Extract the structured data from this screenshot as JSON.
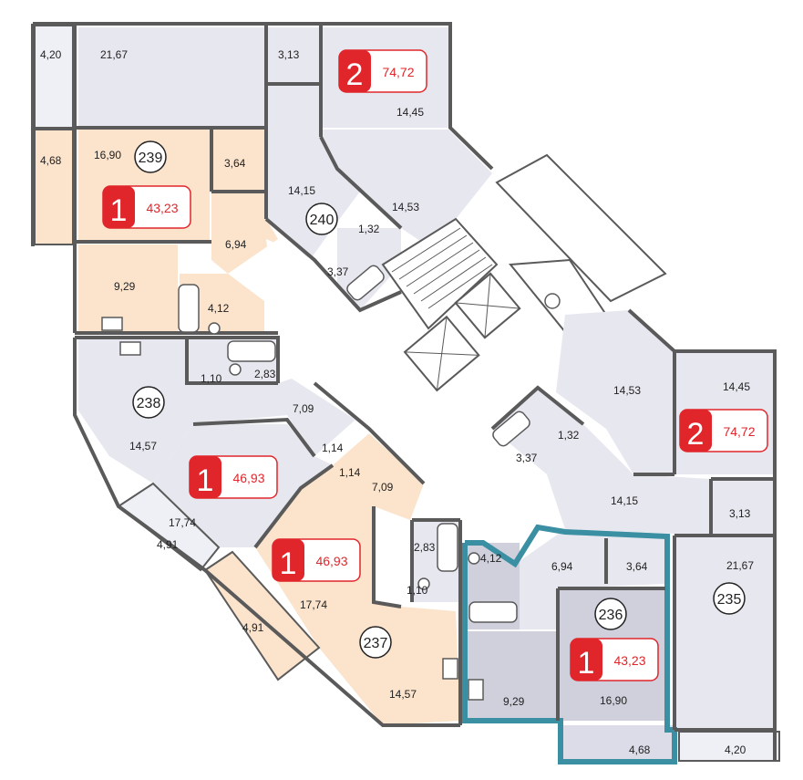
{
  "colors": {
    "room": "#e7e7f0",
    "room_alt": "#dcdce8",
    "balcony": "#eef0f5",
    "highlight_peach": "#fbe3cc",
    "wall": "#5a5a5a",
    "badge_red": "#e0262b",
    "selection_teal": "#3b8fa3",
    "label_red": "#e0262b"
  },
  "apartments": [
    {
      "id": "235",
      "number": "235",
      "rooms": "2",
      "area": "74,72"
    },
    {
      "id": "236",
      "number": "236",
      "rooms": "1",
      "area": "43,23"
    },
    {
      "id": "237",
      "number": "237",
      "rooms": "1",
      "area": "46,93"
    },
    {
      "id": "238",
      "number": "238",
      "rooms": "1",
      "area": "46,93"
    },
    {
      "id": "239",
      "number": "239",
      "rooms": "1",
      "area": "43,23"
    },
    {
      "id": "240",
      "number": "240",
      "rooms": "2",
      "area": "74,72"
    }
  ],
  "room_areas": [
    "4,20",
    "21,67",
    "3,13",
    "14,45",
    "4,68",
    "16,90",
    "3,64",
    "14,15",
    "14,53",
    "1,32",
    "3,37",
    "6,94",
    "9,29",
    "4,12",
    "1,10",
    "2,83",
    "7,09",
    "1,14",
    "14,57",
    "17,74",
    "4,91",
    "1,14",
    "7,09",
    "17,74",
    "4,91",
    "2,83",
    "1,10",
    "4,12",
    "14,57",
    "6,94",
    "3,64",
    "9,29",
    "16,90",
    "4,68",
    "4,20",
    "14,53",
    "14,45",
    "1,32",
    "3,37",
    "14,15",
    "3,13",
    "21,67"
  ]
}
